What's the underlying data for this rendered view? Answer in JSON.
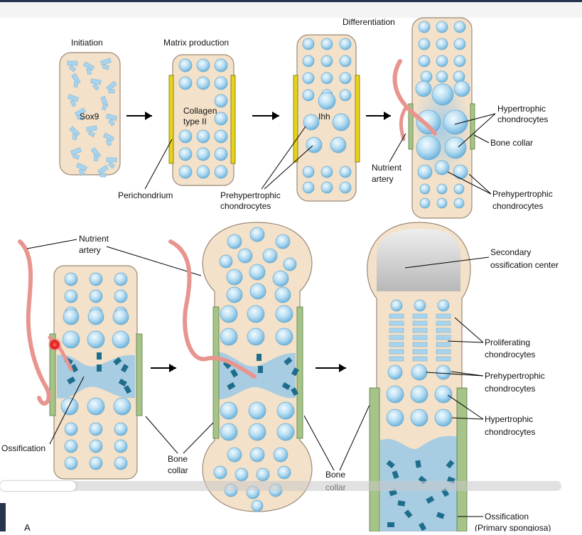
{
  "figure": {
    "stage_labels": {
      "initiation": "Initiation",
      "matrix_production": "Matrix production",
      "differentiation": "Differentiation"
    },
    "inner_labels": {
      "sox9": "Sox9",
      "collagen_line1": "Collagen",
      "collagen_line2": "type II",
      "ihh": "Ihh"
    },
    "callouts": {
      "perichondrium": "Perichondrium",
      "prehypertrophic_line1": "Prehypertrophic",
      "prehypertrophic_line2": "chondrocytes",
      "nutrient_artery_line1": "Nutrient",
      "nutrient_artery_line2": "artery",
      "hypertrophic_line1": "Hypertrophic",
      "hypertrophic_line2": "chondrocytes",
      "bone_collar": "Bone collar",
      "prehypertrophic_right_line1": "Prehypertrophic",
      "prehypertrophic_right_line2": "chondrocytes",
      "nutrient_artery2_line1": "Nutrient",
      "nutrient_artery2_line2": "artery",
      "secondary_line1": "Secondary",
      "secondary_line2": "ossification center",
      "ossification": "Ossification",
      "bone_collar2_line1": "Bone",
      "bone_collar2_line2": "collar",
      "bone_collar3_line1": "Bone",
      "bone_collar3_line2": "collar",
      "proliferating_line1": "Proliferating",
      "proliferating_line2": "chondrocytes",
      "prehyper_bottom_line1": "Prehypertrophic",
      "prehyper_bottom_line2": "chondrocytes",
      "hyper_bottom_line1": "Hypertrophic",
      "hyper_bottom_line2": "chondrocytes",
      "ossification_bottom_line1": "Ossification",
      "ossification_bottom_line2": "(Primary spongiosa)"
    },
    "panel_letter": "A"
  },
  "player": {
    "progress_fraction": 0.135
  },
  "colors": {
    "cartilage": "#f3e1c9",
    "cell_fill": "#a9d4ee",
    "perichondrium": "#e6d31c",
    "bone_collar": "#a6c48a",
    "artery": "#e8958f",
    "ossification_blue": "#9ac9e6",
    "secondary_center": "#c8c8c8",
    "dark_cell": "#1f6d8c",
    "top_rule": "#27344f"
  }
}
